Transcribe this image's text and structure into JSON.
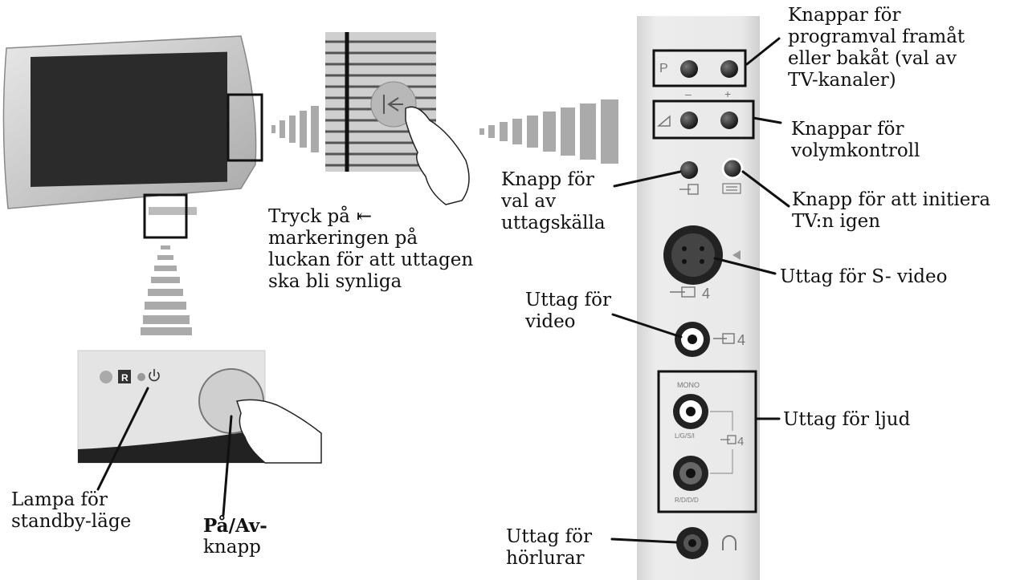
{
  "labels": {
    "channel_buttons": [
      "Knappar för",
      "programval framåt",
      "eller bakåt (val av",
      "TV-kanaler)"
    ],
    "volume_buttons": [
      "Knappar för",
      "volymkontroll"
    ],
    "source_button": [
      "Knapp för",
      "val av",
      "uttagskälla"
    ],
    "reset_button": [
      "Knapp för att initiera",
      "TV:n igen"
    ],
    "press_instruction": [
      "Tryck på",
      "markeringen på",
      "luckan för att uttagen",
      "ska bli synliga"
    ],
    "svideo_jack": "Uttag för S- video",
    "video_jack": [
      "Uttag för",
      "video"
    ],
    "audio_jacks": "Uttag för ljud",
    "headphone_jack": [
      "Uttag för",
      "hörlurar"
    ],
    "standby_lamp": [
      "Lampa för",
      "standby-läge"
    ],
    "power_button": [
      "På/Av-",
      "knapp"
    ]
  },
  "panel_markings": {
    "program_letter": "P",
    "minus": "–",
    "plus": "+",
    "input_number_svideo": "4",
    "input_number_video": "4",
    "input_number_audio": "4",
    "mono": "MONO",
    "audio_left": "L/G/S/I",
    "audio_right": "R/D/D/D"
  },
  "icons": {
    "door_mark": "open-door-arrow-icon",
    "volume": "volume-ramp-icon",
    "input_select": "input-select-icon",
    "reset": "reset-icon",
    "headphones": "headphones-icon",
    "power": "power-icon",
    "remote_r": "remote-r-icon"
  },
  "colors": {
    "panel": "#e6e6e6",
    "panel_edge": "#bdbdbd",
    "tv_body": "#cfcfcf",
    "tv_screen": "#2b2b2b",
    "line": "#111111"
  }
}
